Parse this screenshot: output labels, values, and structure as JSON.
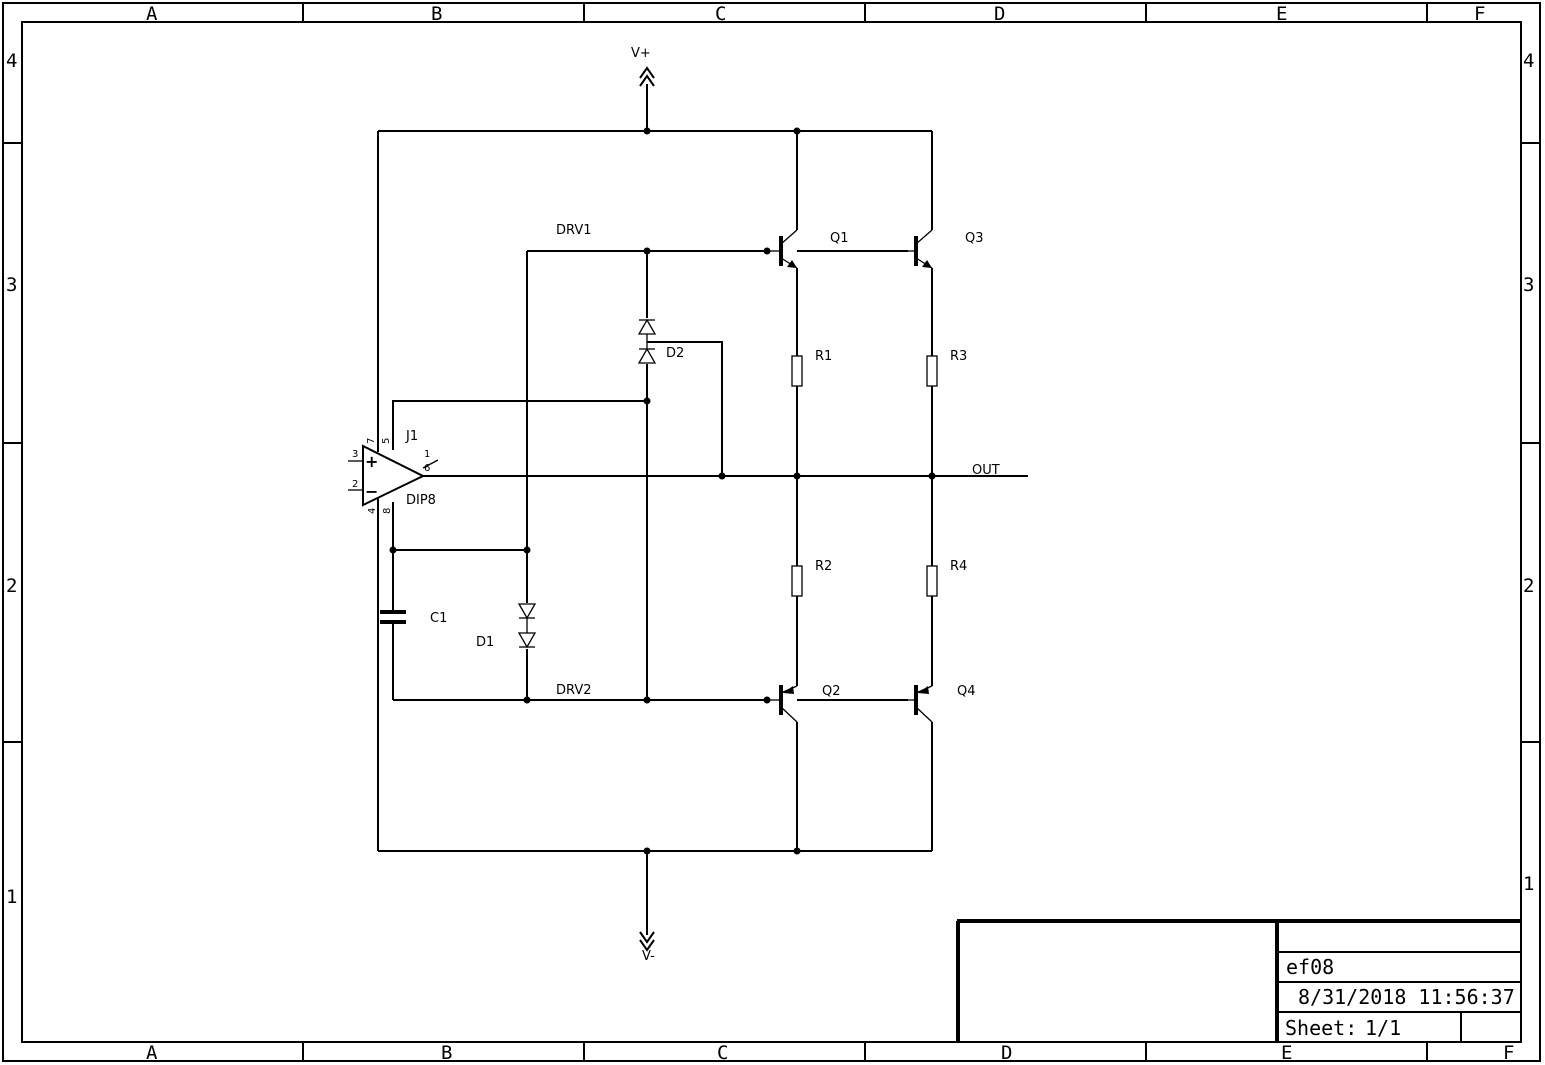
{
  "frame": {
    "columns": [
      "A",
      "B",
      "C",
      "D",
      "E",
      "F"
    ],
    "rows": [
      "4",
      "3",
      "2",
      "1"
    ]
  },
  "rails": {
    "positive": "V+",
    "negative": "V-"
  },
  "nets": {
    "drv1": "DRV1",
    "drv2": "DRV2",
    "out": "OUT"
  },
  "components": {
    "opamp": {
      "ref": "J1",
      "package": "DIP8",
      "plus": "+",
      "minus": "−",
      "pins": {
        "p3": "3",
        "p2": "2",
        "p7": "7",
        "p5": "5",
        "p4": "4",
        "p8": "8",
        "p1": "1",
        "p6": "6"
      }
    },
    "q1": "Q1",
    "q2": "Q2",
    "q3": "Q3",
    "q4": "Q4",
    "r1": "R1",
    "r2": "R2",
    "r3": "R3",
    "r4": "R4",
    "d1": "D1",
    "d2": "D2",
    "c1": "C1"
  },
  "title_block": {
    "name": "ef08",
    "timestamp": "8/31/2018 11:56:37",
    "sheet_label": "Sheet:",
    "sheet_value": "1/1"
  }
}
